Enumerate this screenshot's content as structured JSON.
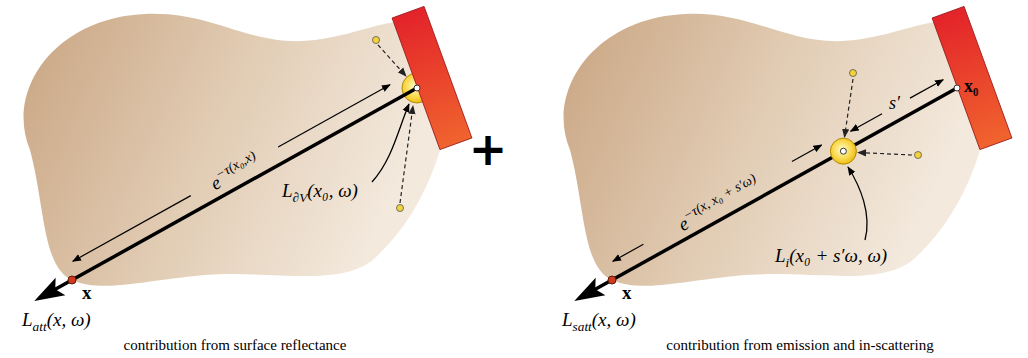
{
  "diagram": {
    "labels": [
      "e",
      "−τ(x₀,x)",
      "L",
      "∂V",
      "(x₀, ω)",
      "x",
      "L",
      "att",
      "(x, ω)",
      "contribution from surface reflectance",
      "+",
      "e",
      "−τ(x, x₀ + s′ω)",
      "s′",
      "x₀",
      "L",
      "i",
      "(x₀ + s′ω, ω)",
      "x",
      "L",
      "satt",
      "(x, ω)",
      "contribution from emission and in-scattering"
    ]
  }
}
